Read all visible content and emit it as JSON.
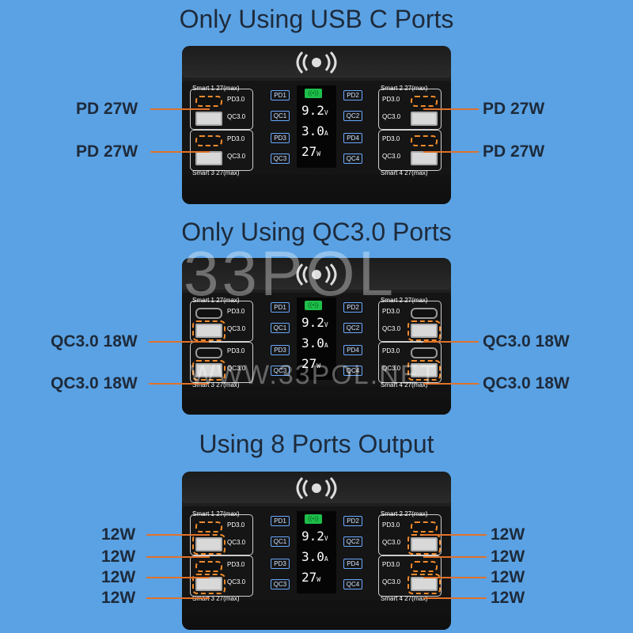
{
  "titles": {
    "s1": "Only Using USB C Ports",
    "s2": "Only Using QC3.0 Ports",
    "s3": "Using 8 Ports Output"
  },
  "ports": {
    "smart1": "Smart 1 27(max)",
    "smart2": "Smart 2 27(max)",
    "smart3": "Smart 3 27(max)",
    "smart4": "Smart 4 27(max)",
    "pd": "PD3.0",
    "qc": "QC3.0",
    "tags": [
      "PD1",
      "QC1",
      "PD3",
      "QC3",
      "PD2",
      "QC2",
      "PD4",
      "QC4"
    ]
  },
  "screen": {
    "volt": "9.2",
    "volt_unit": "V",
    "amp": "3.0",
    "amp_unit": "A",
    "watt": "27",
    "watt_unit": "W"
  },
  "callouts": {
    "s1_left": [
      "PD 27W",
      "PD 27W"
    ],
    "s1_right": [
      "PD 27W",
      "PD 27W"
    ],
    "s2_left": [
      "QC3.0 18W",
      "QC3.0 18W"
    ],
    "s2_right": [
      "QC3.0 18W",
      "QC3.0 18W"
    ],
    "s3_left": [
      "12W",
      "12W",
      "12W",
      "12W"
    ],
    "s3_right": [
      "12W",
      "12W",
      "12W",
      "12W"
    ]
  },
  "watermark": {
    "logo": "33POL",
    "url": "WWW.33POL.NET"
  },
  "colors": {
    "background": "#5aa2e4",
    "accent": "#e0712a",
    "display_green": "#1fbf4a"
  }
}
